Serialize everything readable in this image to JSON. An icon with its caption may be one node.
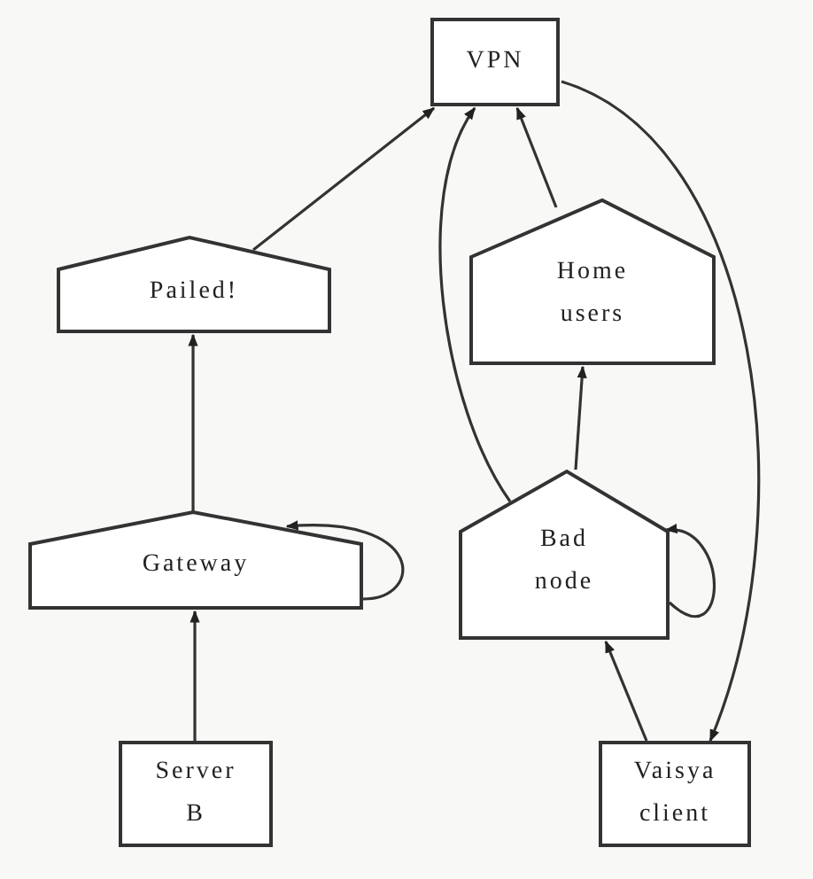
{
  "diagram": {
    "nodes": [
      {
        "text": [
          "VPN"
        ]
      },
      {
        "text": [
          "Pailed!"
        ]
      },
      {
        "text": [
          "Home users"
        ]
      },
      {
        "text": [
          "Gateway"
        ]
      },
      {
        "text": [
          "Bad node"
        ]
      },
      {
        "text": [
          "Server B"
        ]
      },
      {
        "text": [
          "Vaisya client"
        ]
      }
    ],
    "edges": [
      {
        "from": 1,
        "to": 0,
        "arrow": "to"
      },
      {
        "from": 4,
        "to": 0,
        "arrow": "to"
      },
      {
        "from": 2,
        "to": 0,
        "arrow": "to"
      },
      {
        "from": 3,
        "to": 1,
        "arrow": "to"
      },
      {
        "from": 4,
        "to": 2,
        "arrow": "to"
      },
      {
        "from": 3,
        "to": 3,
        "arrow": "to"
      },
      {
        "from": 4,
        "to": 4,
        "arrow": "to"
      },
      {
        "from": 5,
        "to": 3,
        "arrow": "to"
      },
      {
        "from": 6,
        "to": 4,
        "arrow": "to"
      },
      {
        "from": 0,
        "to": 6,
        "arrow": "to"
      }
    ]
  }
}
